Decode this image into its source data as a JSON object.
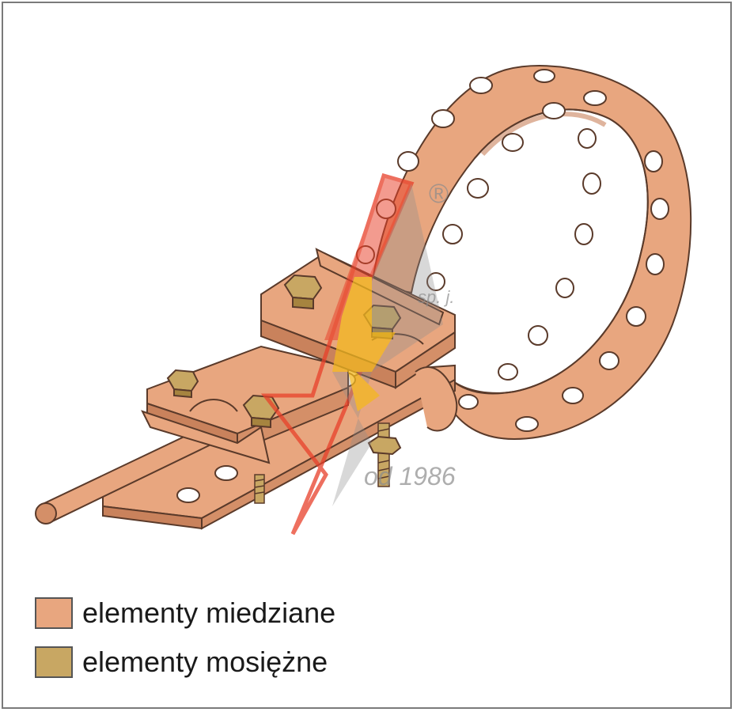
{
  "colors": {
    "copper": "#e8a67f",
    "copper_dark": "#c9825c",
    "brass": "#c8a763",
    "brass_dark": "#a6843f",
    "outline": "#5a3a2a",
    "watermark_red": "#e8402a",
    "watermark_yellow": "#f3b820",
    "watermark_gray": "#8c8c8c"
  },
  "watermark": {
    "registered_mark": "®",
    "company_suffix": "sp. j.",
    "since_text": "od 1986"
  },
  "legend": {
    "items": [
      {
        "label": "elementy miedziane",
        "color": "#e8a67f"
      },
      {
        "label": "elementy mosiężne",
        "color": "#c8a763"
      }
    ]
  }
}
